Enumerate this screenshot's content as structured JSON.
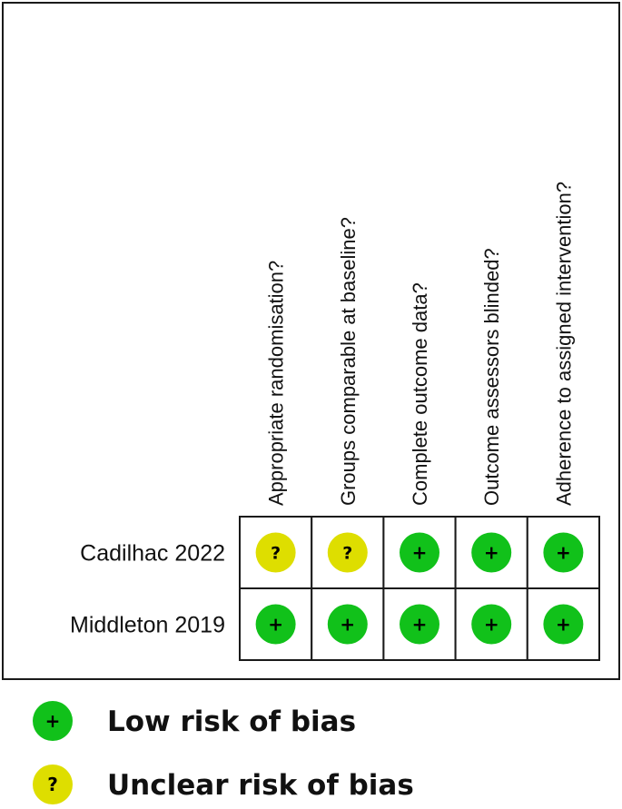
{
  "chart_data": {
    "type": "table",
    "columns": [
      "Appropriate randomisation?",
      "Groups comparable at baseline?",
      "Complete outcome data?",
      "Outcome assessors blinded?",
      "Adherence to assigned intervention?"
    ],
    "rows": [
      {
        "study": "Cadilhac 2022",
        "judgements": [
          "unclear",
          "unclear",
          "low",
          "low",
          "low"
        ]
      },
      {
        "study": "Middleton 2019",
        "judgements": [
          "low",
          "low",
          "low",
          "low",
          "low"
        ]
      }
    ]
  },
  "judgement_styles": {
    "low": {
      "symbol": "+",
      "color": "#11c11a"
    },
    "unclear": {
      "symbol": "?",
      "color": "#dede00"
    }
  },
  "legend": [
    {
      "key": "low",
      "symbol": "+",
      "color": "#11c11a",
      "label": "Low risk of bias"
    },
    {
      "key": "unclear",
      "symbol": "?",
      "color": "#dede00",
      "label": "Unclear risk of bias"
    }
  ]
}
